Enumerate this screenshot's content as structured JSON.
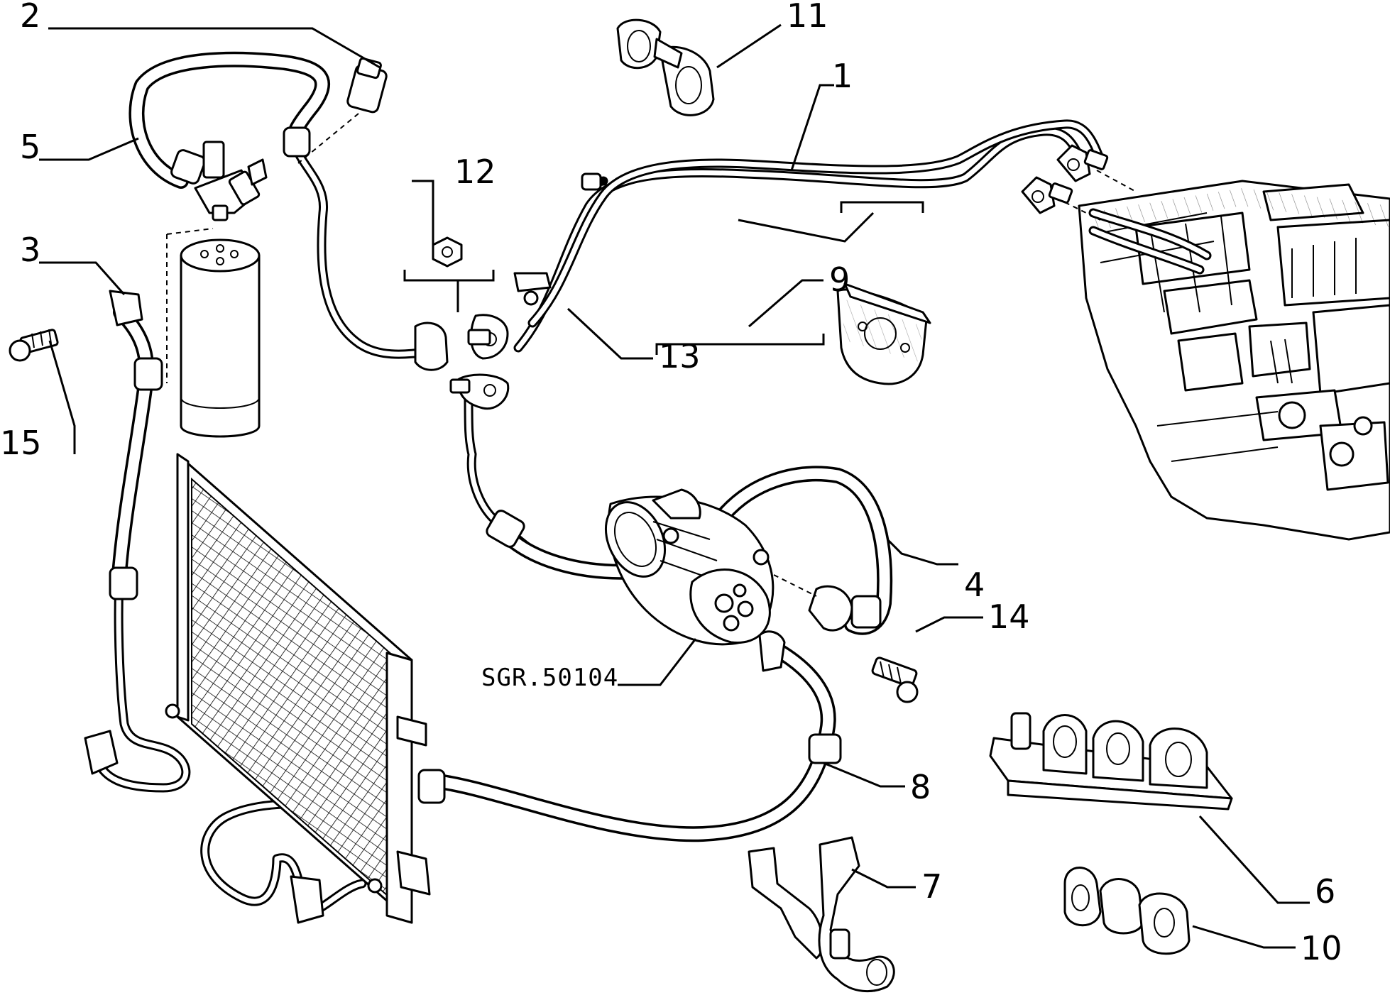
{
  "diagram": {
    "reference_code": "SGR.50104",
    "callouts": [
      {
        "id": "callout-1",
        "text": "1"
      },
      {
        "id": "callout-2",
        "text": "2"
      },
      {
        "id": "callout-3",
        "text": "3"
      },
      {
        "id": "callout-4",
        "text": "4"
      },
      {
        "id": "callout-5",
        "text": "5"
      },
      {
        "id": "callout-6",
        "text": "6"
      },
      {
        "id": "callout-7",
        "text": "7"
      },
      {
        "id": "callout-8",
        "text": "8"
      },
      {
        "id": "callout-9",
        "text": "9"
      },
      {
        "id": "callout-10",
        "text": "10"
      },
      {
        "id": "callout-11",
        "text": "11"
      },
      {
        "id": "callout-12",
        "text": "12"
      },
      {
        "id": "callout-13",
        "text": "13"
      },
      {
        "id": "callout-14",
        "text": "14"
      },
      {
        "id": "callout-15",
        "text": "15"
      }
    ]
  }
}
